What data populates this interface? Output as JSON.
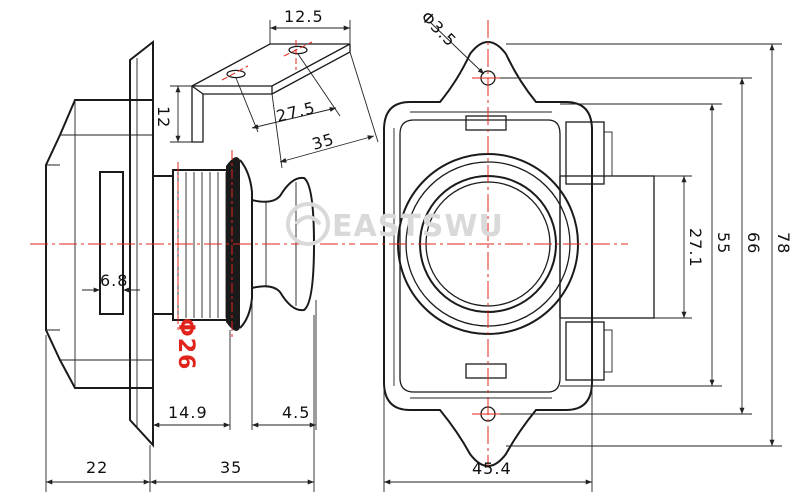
{
  "watermark": "EASTSWU",
  "dimensions": {
    "bracket_width": "12.5",
    "bracket_height": "12",
    "bracket_hole_spacing": "27.5",
    "bracket_length": "35",
    "hole_diameter": "Φ3.5",
    "body_diameter": "Φ26",
    "slot_width": "6.8",
    "thread_length": "14.9",
    "button_length": "4.5",
    "side_depth_left": "22",
    "side_depth_right": "35",
    "front_width": "45.4",
    "front_height_inner": "27.1",
    "front_height_mid": "55",
    "front_height_outer": "66",
    "front_height_total": "78"
  },
  "colors": {
    "centerline": "#e0241c",
    "outline": "#1a1a1a",
    "highlight_text": "#e0241c"
  }
}
